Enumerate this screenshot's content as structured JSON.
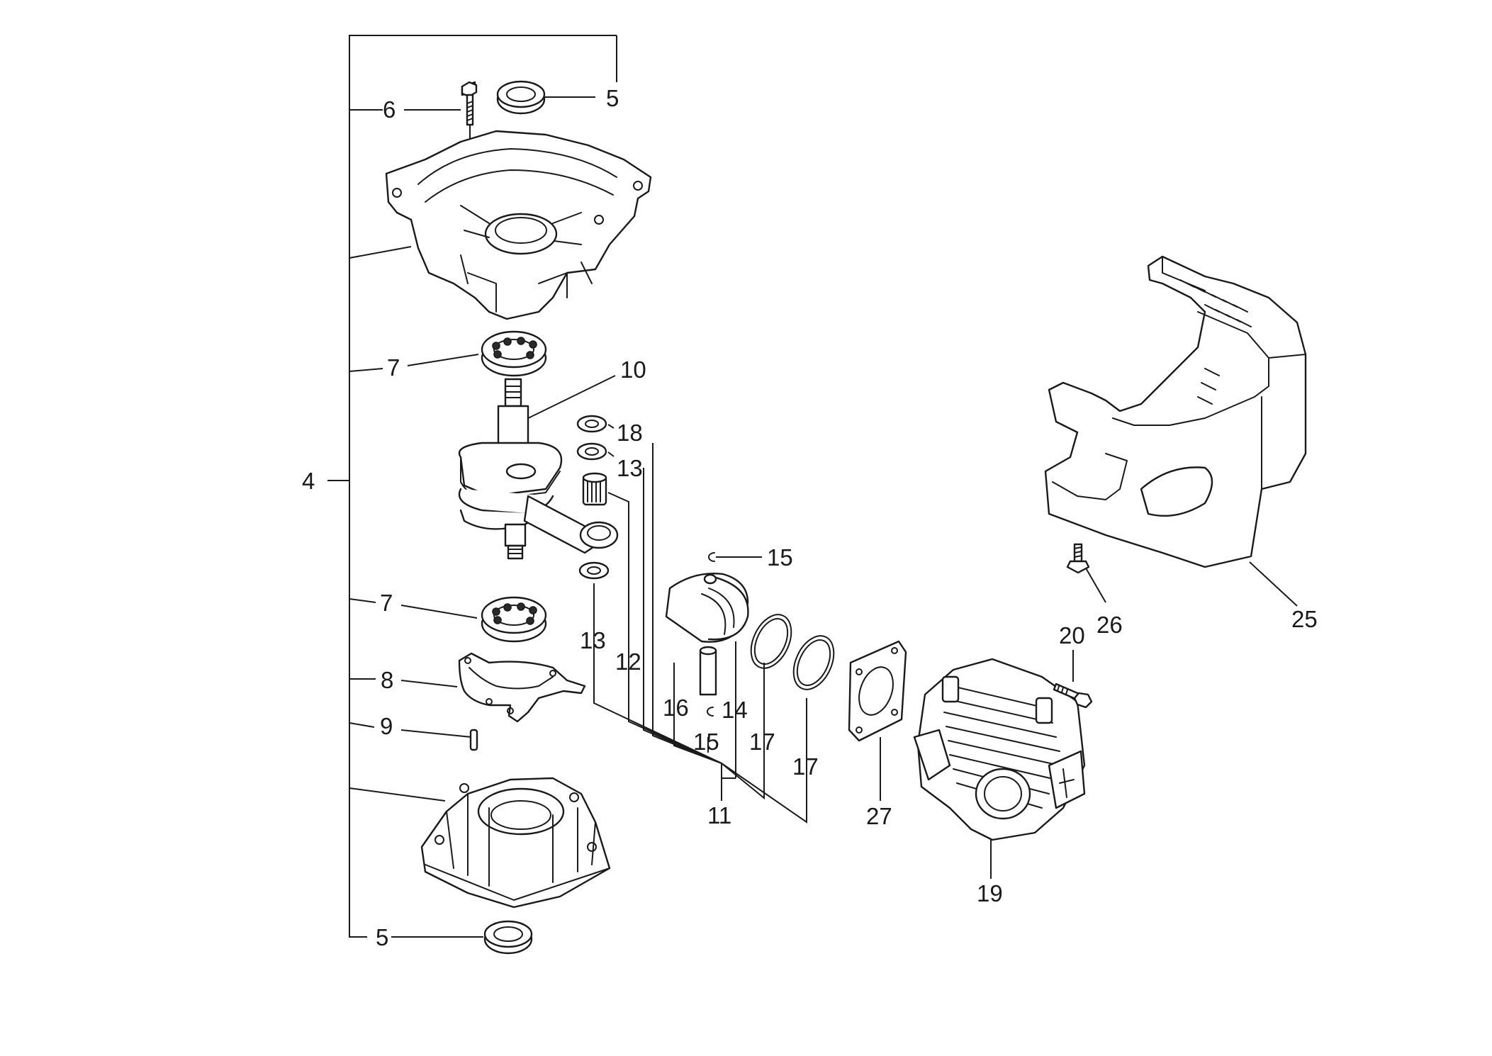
{
  "diagram": {
    "type": "exploded-parts-view",
    "callouts": {
      "c4": "4",
      "c5_top": "5",
      "c6": "6",
      "c7_top": "7",
      "c10": "10",
      "c18": "18",
      "c13_top": "13",
      "c15_top": "15",
      "c7_bottom": "7",
      "c8": "8",
      "c9": "9",
      "c13_bottom": "13",
      "c12": "12",
      "c16": "16",
      "c14": "14",
      "c15_bottom": "15",
      "c17_left": "17",
      "c17_right": "17",
      "c11": "11",
      "c27": "27",
      "c19": "19",
      "c20": "20",
      "c26": "26",
      "c25": "25",
      "c5_bottom": "5"
    },
    "parts": [
      {
        "ref": "4",
        "name": "crankcase-assembly"
      },
      {
        "ref": "5",
        "name": "oil-seal"
      },
      {
        "ref": "6",
        "name": "bolt"
      },
      {
        "ref": "7",
        "name": "ball-bearing"
      },
      {
        "ref": "8",
        "name": "gasket"
      },
      {
        "ref": "9",
        "name": "pin"
      },
      {
        "ref": "10",
        "name": "crankshaft"
      },
      {
        "ref": "11",
        "name": "piston-assembly"
      },
      {
        "ref": "12",
        "name": "needle-bearing"
      },
      {
        "ref": "13",
        "name": "washer"
      },
      {
        "ref": "14",
        "name": "piston"
      },
      {
        "ref": "15",
        "name": "circlip"
      },
      {
        "ref": "16",
        "name": "piston-pin"
      },
      {
        "ref": "17",
        "name": "piston-ring"
      },
      {
        "ref": "18",
        "name": "washer"
      },
      {
        "ref": "19",
        "name": "cylinder"
      },
      {
        "ref": "20",
        "name": "bolt"
      },
      {
        "ref": "25",
        "name": "cylinder-cover"
      },
      {
        "ref": "26",
        "name": "screw"
      },
      {
        "ref": "27",
        "name": "cylinder-gasket"
      }
    ]
  }
}
